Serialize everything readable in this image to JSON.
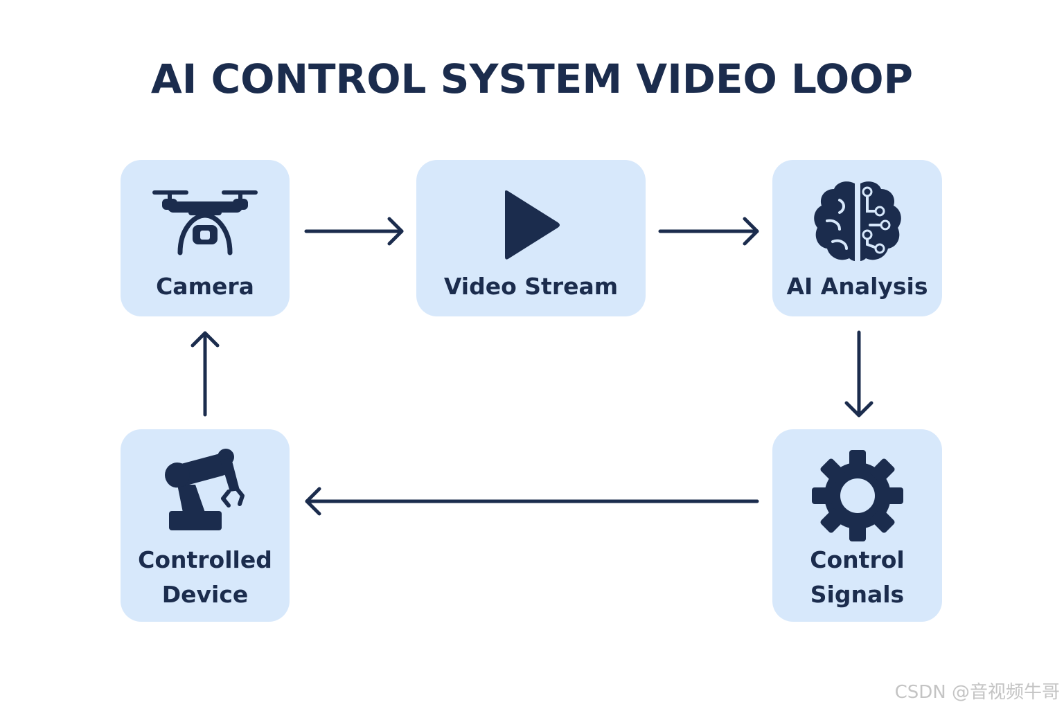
{
  "title": "AI CONTROL SYSTEM VIDEO LOOP",
  "colors": {
    "background": "#ffffff",
    "box_fill": "#d7e8fb",
    "ink": "#1b2c4d",
    "watermark": "#c4c4c4"
  },
  "nodes": {
    "camera": {
      "label": "Camera",
      "icon": "drone-camera-icon"
    },
    "video_stream": {
      "label": "Video Stream",
      "icon": "play-icon"
    },
    "ai_analysis": {
      "label": "AI Analysis",
      "icon": "brain-circuit-icon"
    },
    "control_signals": {
      "label_line1": "Control",
      "label_line2": "Signals",
      "icon": "gear-icon"
    },
    "controlled_device": {
      "label_line1": "Controlled",
      "label_line2": "Device",
      "icon": "robot-arm-icon"
    }
  },
  "edges": [
    {
      "from": "Camera",
      "to": "Video Stream"
    },
    {
      "from": "Video Stream",
      "to": "AI Analysis"
    },
    {
      "from": "AI Analysis",
      "to": "Control Signals"
    },
    {
      "from": "Control Signals",
      "to": "Controlled Device"
    },
    {
      "from": "Controlled Device",
      "to": "Camera"
    }
  ],
  "watermark": "CSDN @音视频牛哥"
}
